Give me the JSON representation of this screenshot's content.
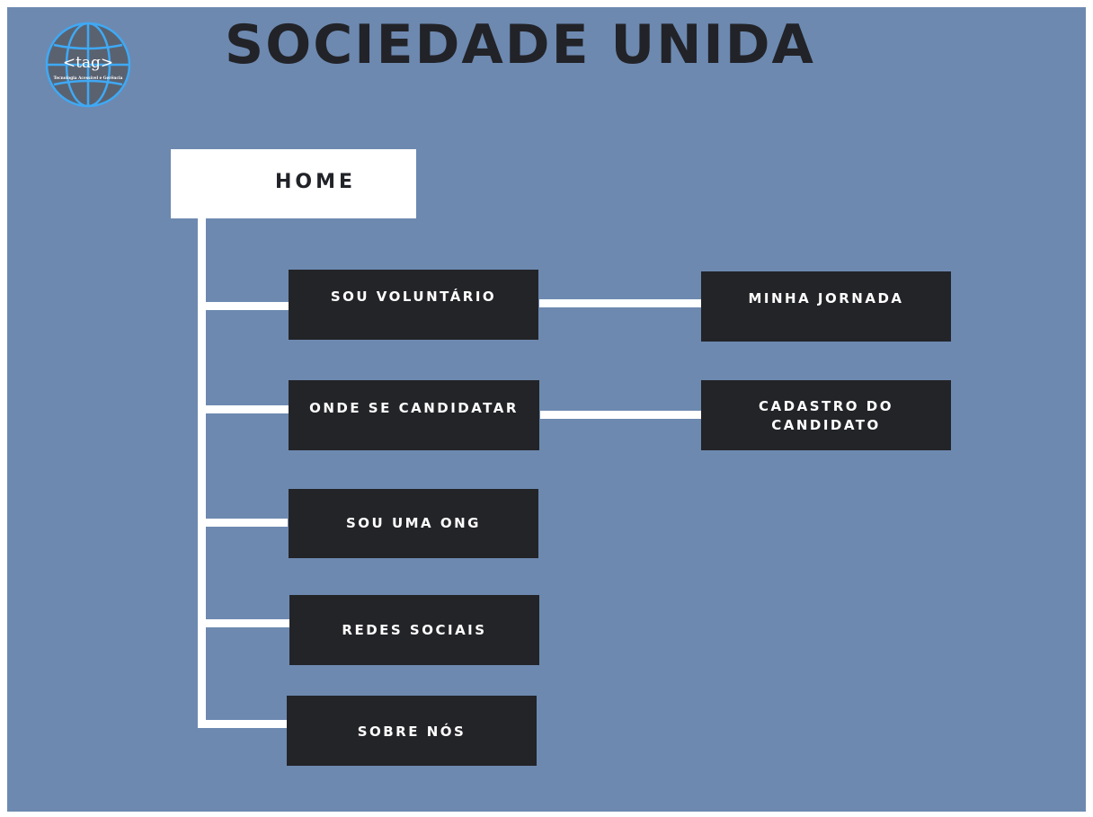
{
  "title": "SOCIEDADE UNIDA",
  "logo": {
    "text": "<tag>",
    "subtitle": "Tecnologia Acessível e Gerência"
  },
  "home": "HOME",
  "menu": [
    {
      "label": "SOU VOLUNTÁRIO",
      "child": "MINHA JORNADA"
    },
    {
      "label": "ONDE SE CANDIDATAR",
      "child": "CADASTRO DO CANDIDATO"
    },
    {
      "label": "SOU UMA ONG"
    },
    {
      "label": "REDES SOCIAIS"
    },
    {
      "label": "SOBRE NÓS"
    }
  ],
  "colors": {
    "background": "#6d89b0",
    "box": "#232428",
    "connector": "#ffffff",
    "globe": "#5a6270",
    "globe_lines": "#3fa9f5"
  }
}
